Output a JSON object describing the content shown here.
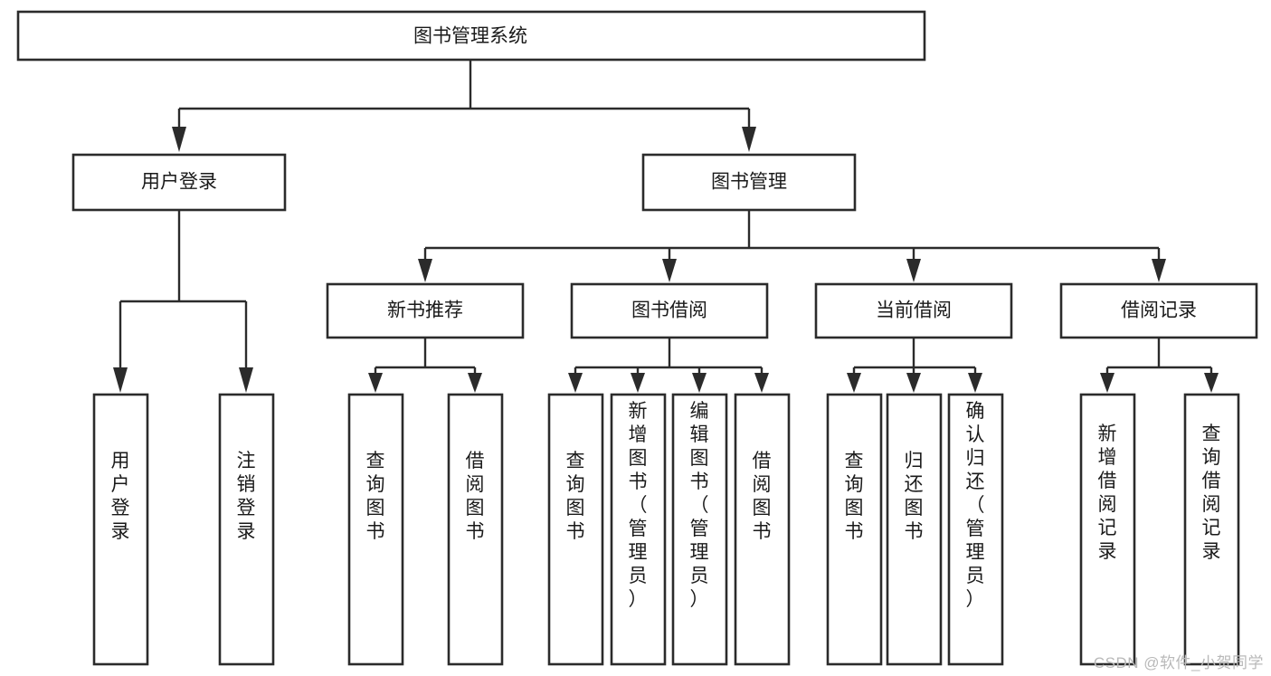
{
  "diagram": {
    "type": "tree-hierarchy",
    "title": "图书管理系统",
    "watermark": "CSDN @软件_小贺同学",
    "colors": {
      "box_stroke": "#2b2b2b",
      "box_fill": "#ffffff",
      "text": "#1a1a1a",
      "background": "#ffffff",
      "watermark": "#b9b9b9"
    },
    "nodes": {
      "root": {
        "label": "图书管理系统",
        "orientation": "horizontal"
      },
      "level2": [
        {
          "id": "user-login",
          "label": "用户登录",
          "orientation": "horizontal"
        },
        {
          "id": "book-manage",
          "label": "图书管理",
          "orientation": "horizontal"
        }
      ],
      "level3": [
        {
          "id": "new-book-recommend",
          "label": "新书推荐",
          "orientation": "horizontal"
        },
        {
          "id": "book-borrow",
          "label": "图书借阅",
          "orientation": "horizontal"
        },
        {
          "id": "current-borrow",
          "label": "当前借阅",
          "orientation": "horizontal"
        },
        {
          "id": "borrow-record",
          "label": "借阅记录",
          "orientation": "horizontal"
        }
      ],
      "leaves": [
        {
          "id": "leaf-user-login",
          "label": "用户登录",
          "parent": "user-login",
          "orientation": "vertical"
        },
        {
          "id": "leaf-logout-login",
          "label": "注销登录",
          "parent": "user-login",
          "orientation": "vertical"
        },
        {
          "id": "leaf-query-book-1",
          "label": "查询图书",
          "parent": "new-book-recommend",
          "orientation": "vertical"
        },
        {
          "id": "leaf-borrow-book-1",
          "label": "借阅图书",
          "parent": "new-book-recommend",
          "orientation": "vertical"
        },
        {
          "id": "leaf-query-book-2",
          "label": "查询图书",
          "parent": "book-borrow",
          "orientation": "vertical"
        },
        {
          "id": "leaf-add-book",
          "label": "新增图书（管理员）",
          "parent": "book-borrow",
          "orientation": "vertical"
        },
        {
          "id": "leaf-edit-book",
          "label": "编辑图书（管理员）",
          "parent": "book-borrow",
          "orientation": "vertical"
        },
        {
          "id": "leaf-borrow-book-2",
          "label": "借阅图书",
          "parent": "book-borrow",
          "orientation": "vertical"
        },
        {
          "id": "leaf-query-book-3",
          "label": "查询图书",
          "parent": "current-borrow",
          "orientation": "vertical"
        },
        {
          "id": "leaf-return-book",
          "label": "归还图书",
          "parent": "current-borrow",
          "orientation": "vertical"
        },
        {
          "id": "leaf-confirm-return",
          "label": "确认归还（管理员）",
          "parent": "current-borrow",
          "orientation": "vertical"
        },
        {
          "id": "leaf-add-borrow-record",
          "label": "新增借阅记录",
          "parent": "borrow-record",
          "orientation": "vertical"
        },
        {
          "id": "leaf-query-borrow-record",
          "label": "查询借阅记录",
          "parent": "borrow-record",
          "orientation": "vertical"
        }
      ]
    }
  }
}
